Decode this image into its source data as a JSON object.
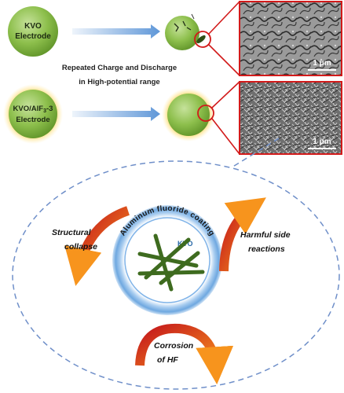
{
  "top": {
    "electrode1": {
      "line1": "KVO",
      "line2": "Electrode"
    },
    "electrode2": {
      "line1": "KVO/AlF",
      "sub": "3",
      "suffix": "-3",
      "line2": "Electrode"
    },
    "process": {
      "line1": "Repeated Charge and Discharge",
      "line2": "in High-potential range"
    },
    "scale1": "1 μm",
    "scale2": "1 μm"
  },
  "bottom": {
    "coating": "Aluminum fluoride coating",
    "core": "KVO",
    "effects": [
      {
        "line1": "Structural",
        "line2": "collapse"
      },
      {
        "line1": "Harmful side",
        "line2": "reactions"
      },
      {
        "line1": "Corrosion",
        "line2": "of HF"
      }
    ]
  },
  "colors": {
    "sphere": "#8dbf4c",
    "glow": "#ffd24a",
    "arrow_blue": "#6aa0dd",
    "callout": "#d21a1a",
    "dash": "#6f8fc9",
    "curve_red": "#c4161c",
    "curve_orange": "#f7941d",
    "ring": "#7fb3e8",
    "rod": "#3e6b1f"
  }
}
